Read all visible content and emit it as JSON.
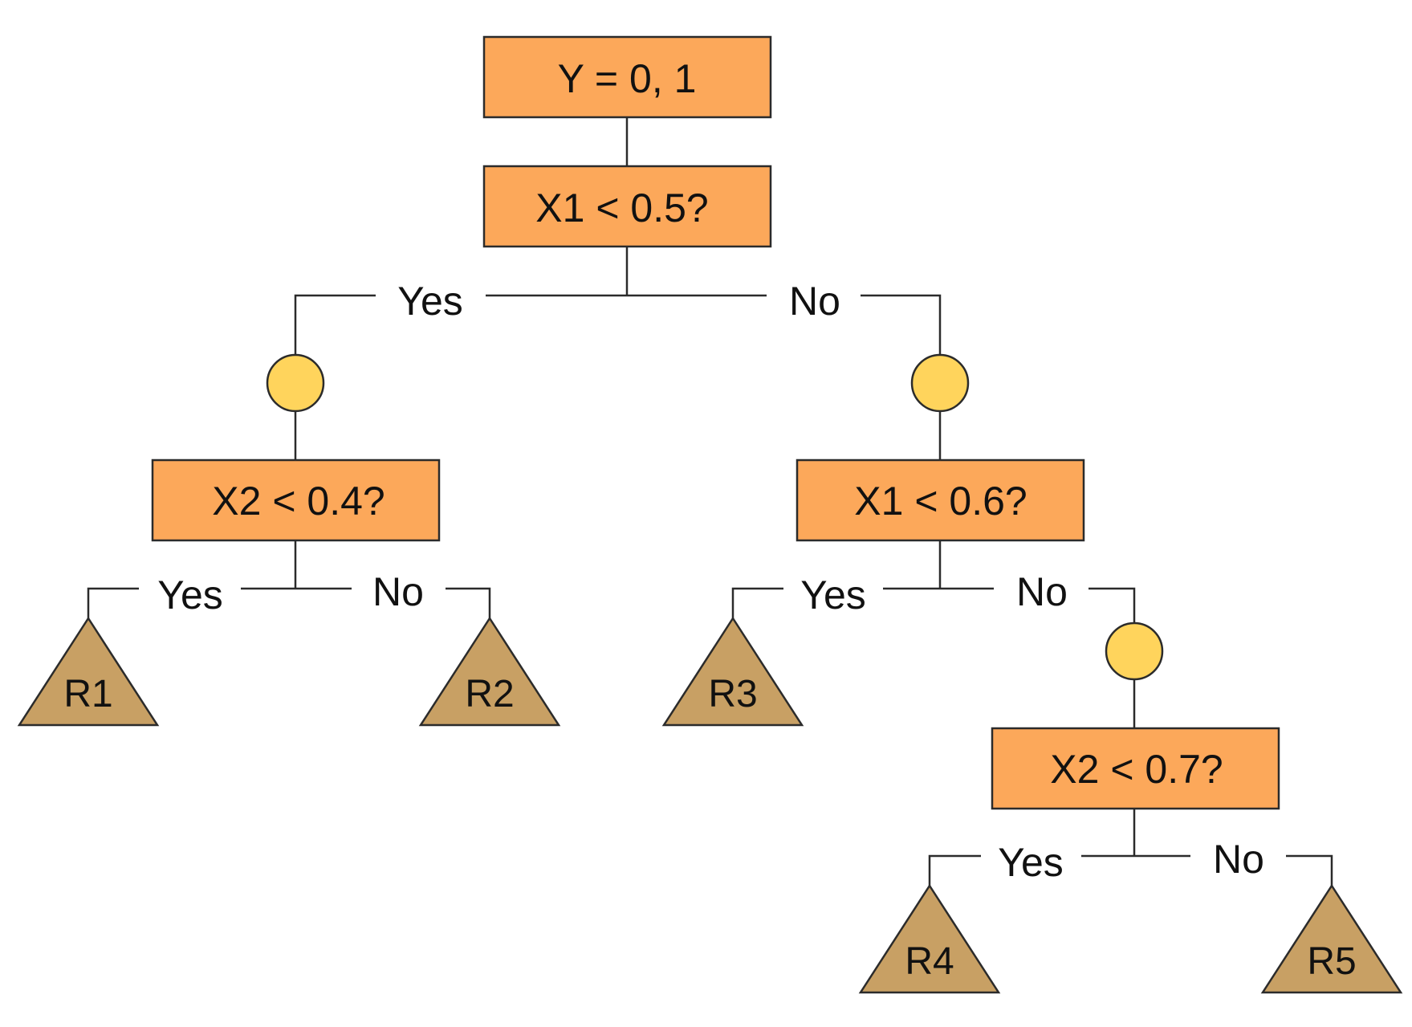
{
  "tree": {
    "root_label": "Y = 0, 1",
    "split_1": {
      "condition": "X1 < 0.5?",
      "yes_label": "Yes",
      "no_label": "No"
    },
    "split_2": {
      "condition": "X2 < 0.4?",
      "yes_label": "Yes",
      "no_label": "No",
      "yes_leaf": "R1",
      "no_leaf": "R2"
    },
    "split_3": {
      "condition": "X1 < 0.6?",
      "yes_label": "Yes",
      "no_label": "No",
      "yes_leaf": "R3"
    },
    "split_4": {
      "condition": "X2 < 0.7?",
      "yes_label": "Yes",
      "no_label": "No",
      "yes_leaf": "R4",
      "no_leaf": "R5"
    }
  },
  "colors": {
    "decision_box": "#fca85a",
    "chance_node": "#ffd45c",
    "leaf": "#c8a064",
    "line": "#2b2b2b"
  }
}
